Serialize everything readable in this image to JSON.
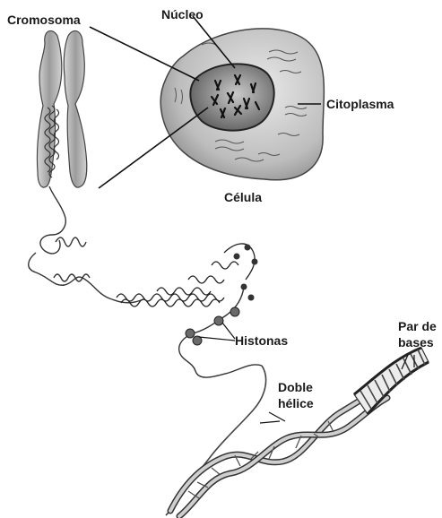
{
  "labels": {
    "cromosoma": "Cromosoma",
    "nucleo": "Núcleo",
    "citoplasma": "Citoplasma",
    "celula": "Célula",
    "histonas": "Histonas",
    "doble_line1": "Doble",
    "doble_line2": "hélice",
    "par_line1": "Par de",
    "par_line2": "bases"
  }
}
